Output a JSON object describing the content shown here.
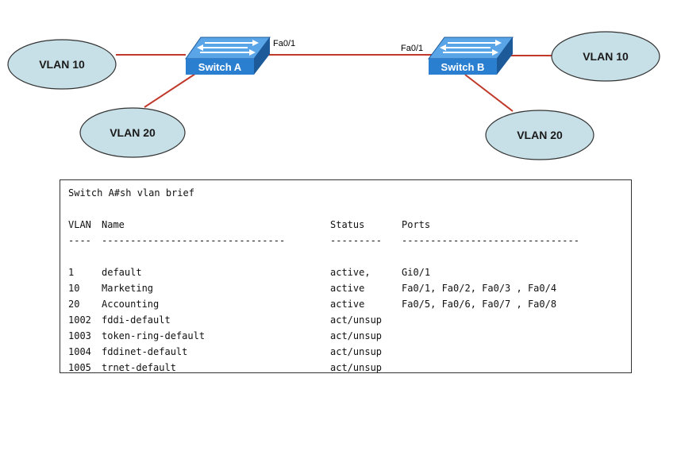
{
  "diagram": {
    "switch_a": {
      "label": "Switch A",
      "port": "Fa0/1"
    },
    "switch_b": {
      "label": "Switch B",
      "port": "Fa0/1"
    },
    "nodes": {
      "a_vlan10": "VLAN 10",
      "a_vlan20": "VLAN 20",
      "b_vlan10": "VLAN 10",
      "b_vlan20": "VLAN 20"
    },
    "colors": {
      "link": "#c0392b",
      "vlan_fill": "#c7dfe6",
      "vlan_stroke": "#333333",
      "switch_top": "#5aa5e8",
      "switch_front": "#2b7fd0",
      "switch_side": "#1c5a9a"
    }
  },
  "terminal": {
    "command": "Switch A#sh vlan brief",
    "headers": {
      "vlan": "VLAN",
      "name": "Name",
      "status": "Status",
      "ports": "Ports"
    },
    "separators": {
      "vlan": "----",
      "name": "--------------------------------",
      "status": "---------",
      "ports": "-------------------------------"
    },
    "rows": [
      {
        "vlan": "1",
        "name": "default",
        "status": "active,",
        "ports": "Gi0/1"
      },
      {
        "vlan": "10",
        "name": "Marketing",
        "status": "active",
        "ports": "Fa0/1, Fa0/2, Fa0/3 , Fa0/4"
      },
      {
        "vlan": "20",
        "name": "Accounting",
        "status": "active",
        "ports": "Fa0/5, Fa0/6, Fa0/7 , Fa0/8"
      },
      {
        "vlan": "1002",
        "name": "fddi-default",
        "status": "act/unsup",
        "ports": ""
      },
      {
        "vlan": "1003",
        "name": "token-ring-default",
        "status": "act/unsup",
        "ports": ""
      },
      {
        "vlan": "1004",
        "name": "fddinet-default",
        "status": "act/unsup",
        "ports": ""
      },
      {
        "vlan": "1005",
        "name": "trnet-default",
        "status": "act/unsup",
        "ports": ""
      }
    ]
  }
}
